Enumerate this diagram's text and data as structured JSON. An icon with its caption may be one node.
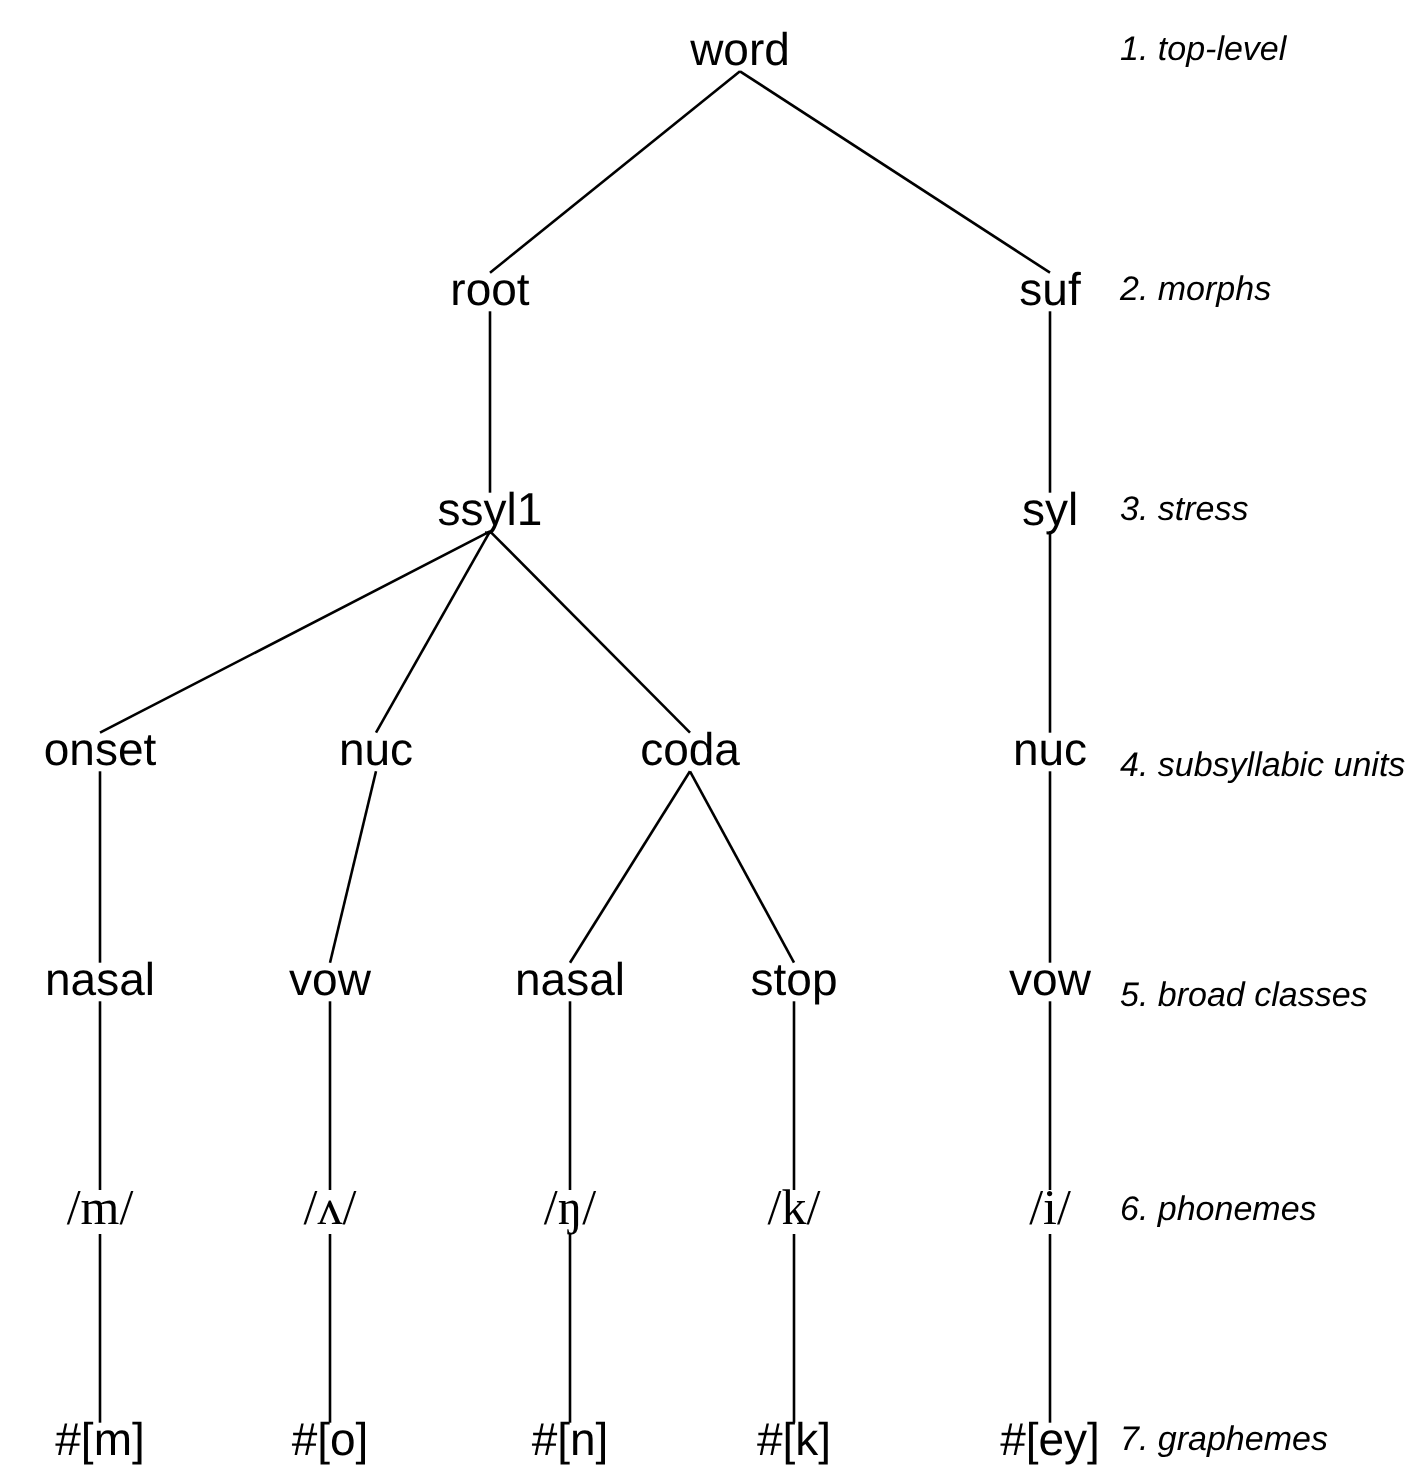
{
  "diagram": {
    "nodes": [
      {
        "text": [
          "word"
        ]
      },
      {
        "text": [
          "root"
        ]
      },
      {
        "text": [
          "suf"
        ]
      },
      {
        "text": [
          "ssyl1"
        ]
      },
      {
        "text": [
          "syl"
        ]
      },
      {
        "text": [
          "onset"
        ]
      },
      {
        "text": [
          "nuc"
        ]
      },
      {
        "text": [
          "coda"
        ]
      },
      {
        "text": [
          "nuc"
        ]
      },
      {
        "text": [
          "nasal"
        ]
      },
      {
        "text": [
          "vow"
        ]
      },
      {
        "text": [
          "nasal"
        ]
      },
      {
        "text": [
          "stop"
        ]
      },
      {
        "text": [
          "vow"
        ]
      },
      {
        "text": [
          "/m/"
        ]
      },
      {
        "text": [
          "/ʌ/"
        ]
      },
      {
        "text": [
          "/ŋ/"
        ]
      },
      {
        "text": [
          "/k/"
        ]
      },
      {
        "text": [
          "/i/"
        ]
      },
      {
        "text": [
          "#[m]"
        ]
      },
      {
        "text": [
          "#[o]"
        ]
      },
      {
        "text": [
          "#[n]"
        ]
      },
      {
        "text": [
          "#[k]"
        ]
      },
      {
        "text": [
          "#[ey]"
        ]
      }
    ],
    "edges": [
      {
        "from": 0,
        "to": 1,
        "arrow": "none"
      },
      {
        "from": 0,
        "to": 2,
        "arrow": "none"
      },
      {
        "from": 1,
        "to": 3,
        "arrow": "none"
      },
      {
        "from": 2,
        "to": 4,
        "arrow": "none"
      },
      {
        "from": 3,
        "to": 5,
        "arrow": "none"
      },
      {
        "from": 3,
        "to": 6,
        "arrow": "none"
      },
      {
        "from": 3,
        "to": 7,
        "arrow": "none"
      },
      {
        "from": 4,
        "to": 8,
        "arrow": "none"
      },
      {
        "from": 5,
        "to": 9,
        "arrow": "none"
      },
      {
        "from": 6,
        "to": 10,
        "arrow": "none"
      },
      {
        "from": 7,
        "to": 11,
        "arrow": "none"
      },
      {
        "from": 7,
        "to": 12,
        "arrow": "none"
      },
      {
        "from": 8,
        "to": 13,
        "arrow": "none"
      },
      {
        "from": 9,
        "to": 14,
        "arrow": "none"
      },
      {
        "from": 10,
        "to": 15,
        "arrow": "none"
      },
      {
        "from": 11,
        "to": 16,
        "arrow": "none"
      },
      {
        "from": 12,
        "to": 17,
        "arrow": "none"
      },
      {
        "from": 13,
        "to": 18,
        "arrow": "none"
      },
      {
        "from": 14,
        "to": 19,
        "arrow": "none"
      },
      {
        "from": 15,
        "to": 20,
        "arrow": "none"
      },
      {
        "from": 16,
        "to": 21,
        "arrow": "none"
      },
      {
        "from": 17,
        "to": 22,
        "arrow": "none"
      },
      {
        "from": 18,
        "to": 23,
        "arrow": "none"
      }
    ],
    "labels": [
      "1. top-level",
      "2. morphs",
      "3. stress",
      "4. subsyllabic units",
      "5. broad classes",
      "6. phonemes",
      "7. graphemes"
    ]
  }
}
